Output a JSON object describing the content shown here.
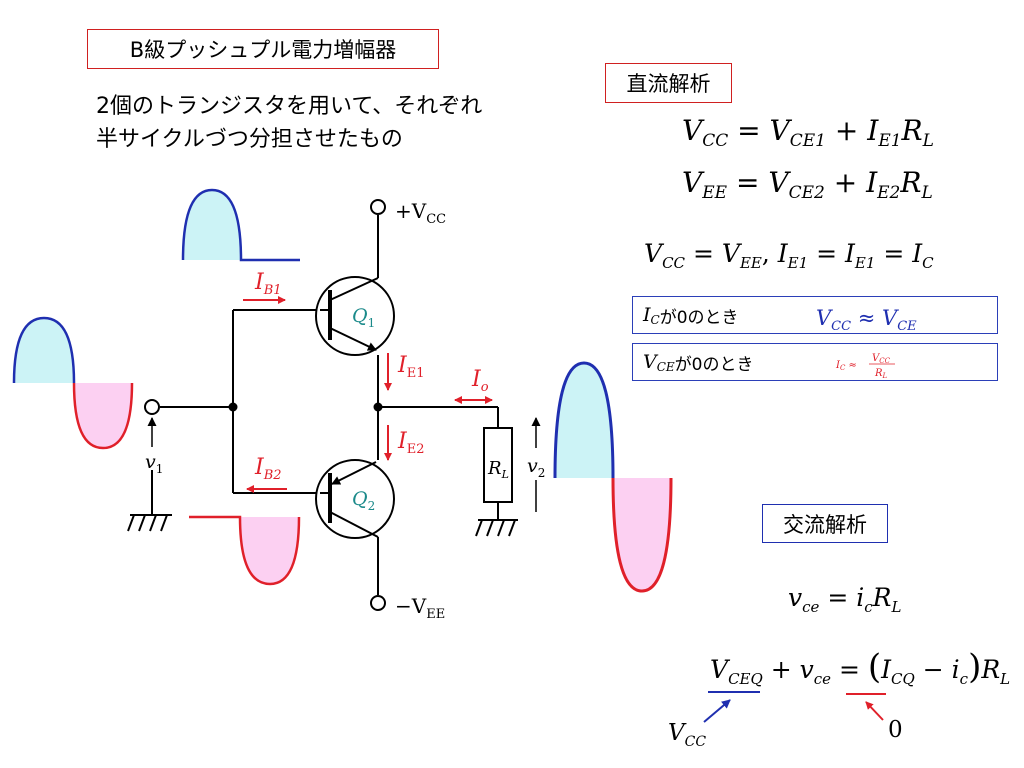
{
  "title": "B級プッシュプル電力増幅器",
  "description_line1": "2個のトランジスタを用いて、それぞれ",
  "description_line2": "半サイクルづつ分担させたもの",
  "dc_analysis": {
    "heading": "直流解析",
    "condition_ic": "I",
    "condition_ic_sub": "C",
    "condition_ic_text": " が0のとき",
    "condition_vce": "V",
    "condition_vce_sub": "CE",
    "condition_vce_text": " が0のとき"
  },
  "ac_analysis": {
    "heading": "交流解析"
  },
  "circuit": {
    "supply_pos": "+V",
    "supply_pos_sub": "CC",
    "supply_neg": "−V",
    "supply_neg_sub": "EE",
    "transistor_top": "Q",
    "transistor_top_sub": "1",
    "transistor_bottom": "Q",
    "transistor_bottom_sub": "2",
    "ib1": "I",
    "ib1_sub": "B1",
    "ib2": "I",
    "ib2_sub": "B2",
    "ie1": "I",
    "ie1_sub": "E1",
    "ie2": "I",
    "ie2_sub": "E2",
    "io": "I",
    "io_sub": "o",
    "input_v": "v",
    "input_v_sub": "1",
    "output_v": "v",
    "output_v_sub": "2",
    "load": "R",
    "load_sub": "L"
  },
  "annotations": {
    "vcc_label": "V",
    "vcc_label_sub": "CC",
    "zero_label": "0"
  },
  "colors": {
    "title_border": "#d02020",
    "box_border": "#1f2fb0",
    "positive_wave": "#1f2fb0",
    "positive_fill": "#ccf3f6",
    "negative_wave": "#e0202a",
    "negative_fill": "#fcd0f2",
    "current_arrow": "#e0202a",
    "transistor_label": "#1b8a8a"
  }
}
